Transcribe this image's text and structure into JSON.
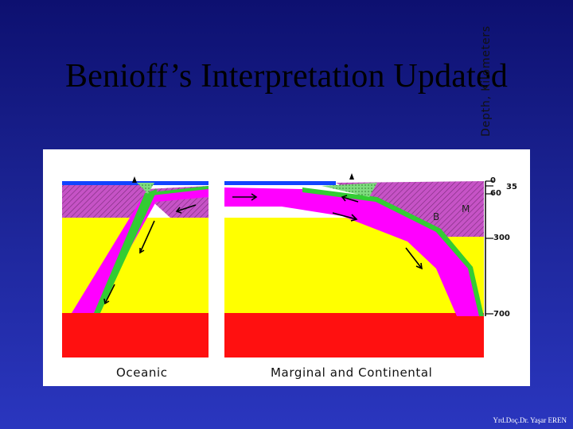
{
  "slide": {
    "title": "Benioff’s Interpretation Updated",
    "author": "Yrd.Doç.Dr. Yaşar EREN"
  },
  "diagram": {
    "left_panel_caption": "Oceanic",
    "right_panel_caption": "Marginal and Continental",
    "axis_title": "Depth, Kilometers",
    "depth_ticks": [
      "0",
      "35",
      "60",
      "300",
      "700"
    ],
    "region_labels": {
      "b": "B",
      "m": "M"
    },
    "colors": {
      "background": "#1b2393",
      "asthenosphere": "#ffff00",
      "lower_mantle": "#ff1010",
      "slab": "#ff00ff",
      "slab_edge": "#33cc33",
      "lithosphere": "#cc55cc",
      "ocean": "#1144ff"
    }
  }
}
